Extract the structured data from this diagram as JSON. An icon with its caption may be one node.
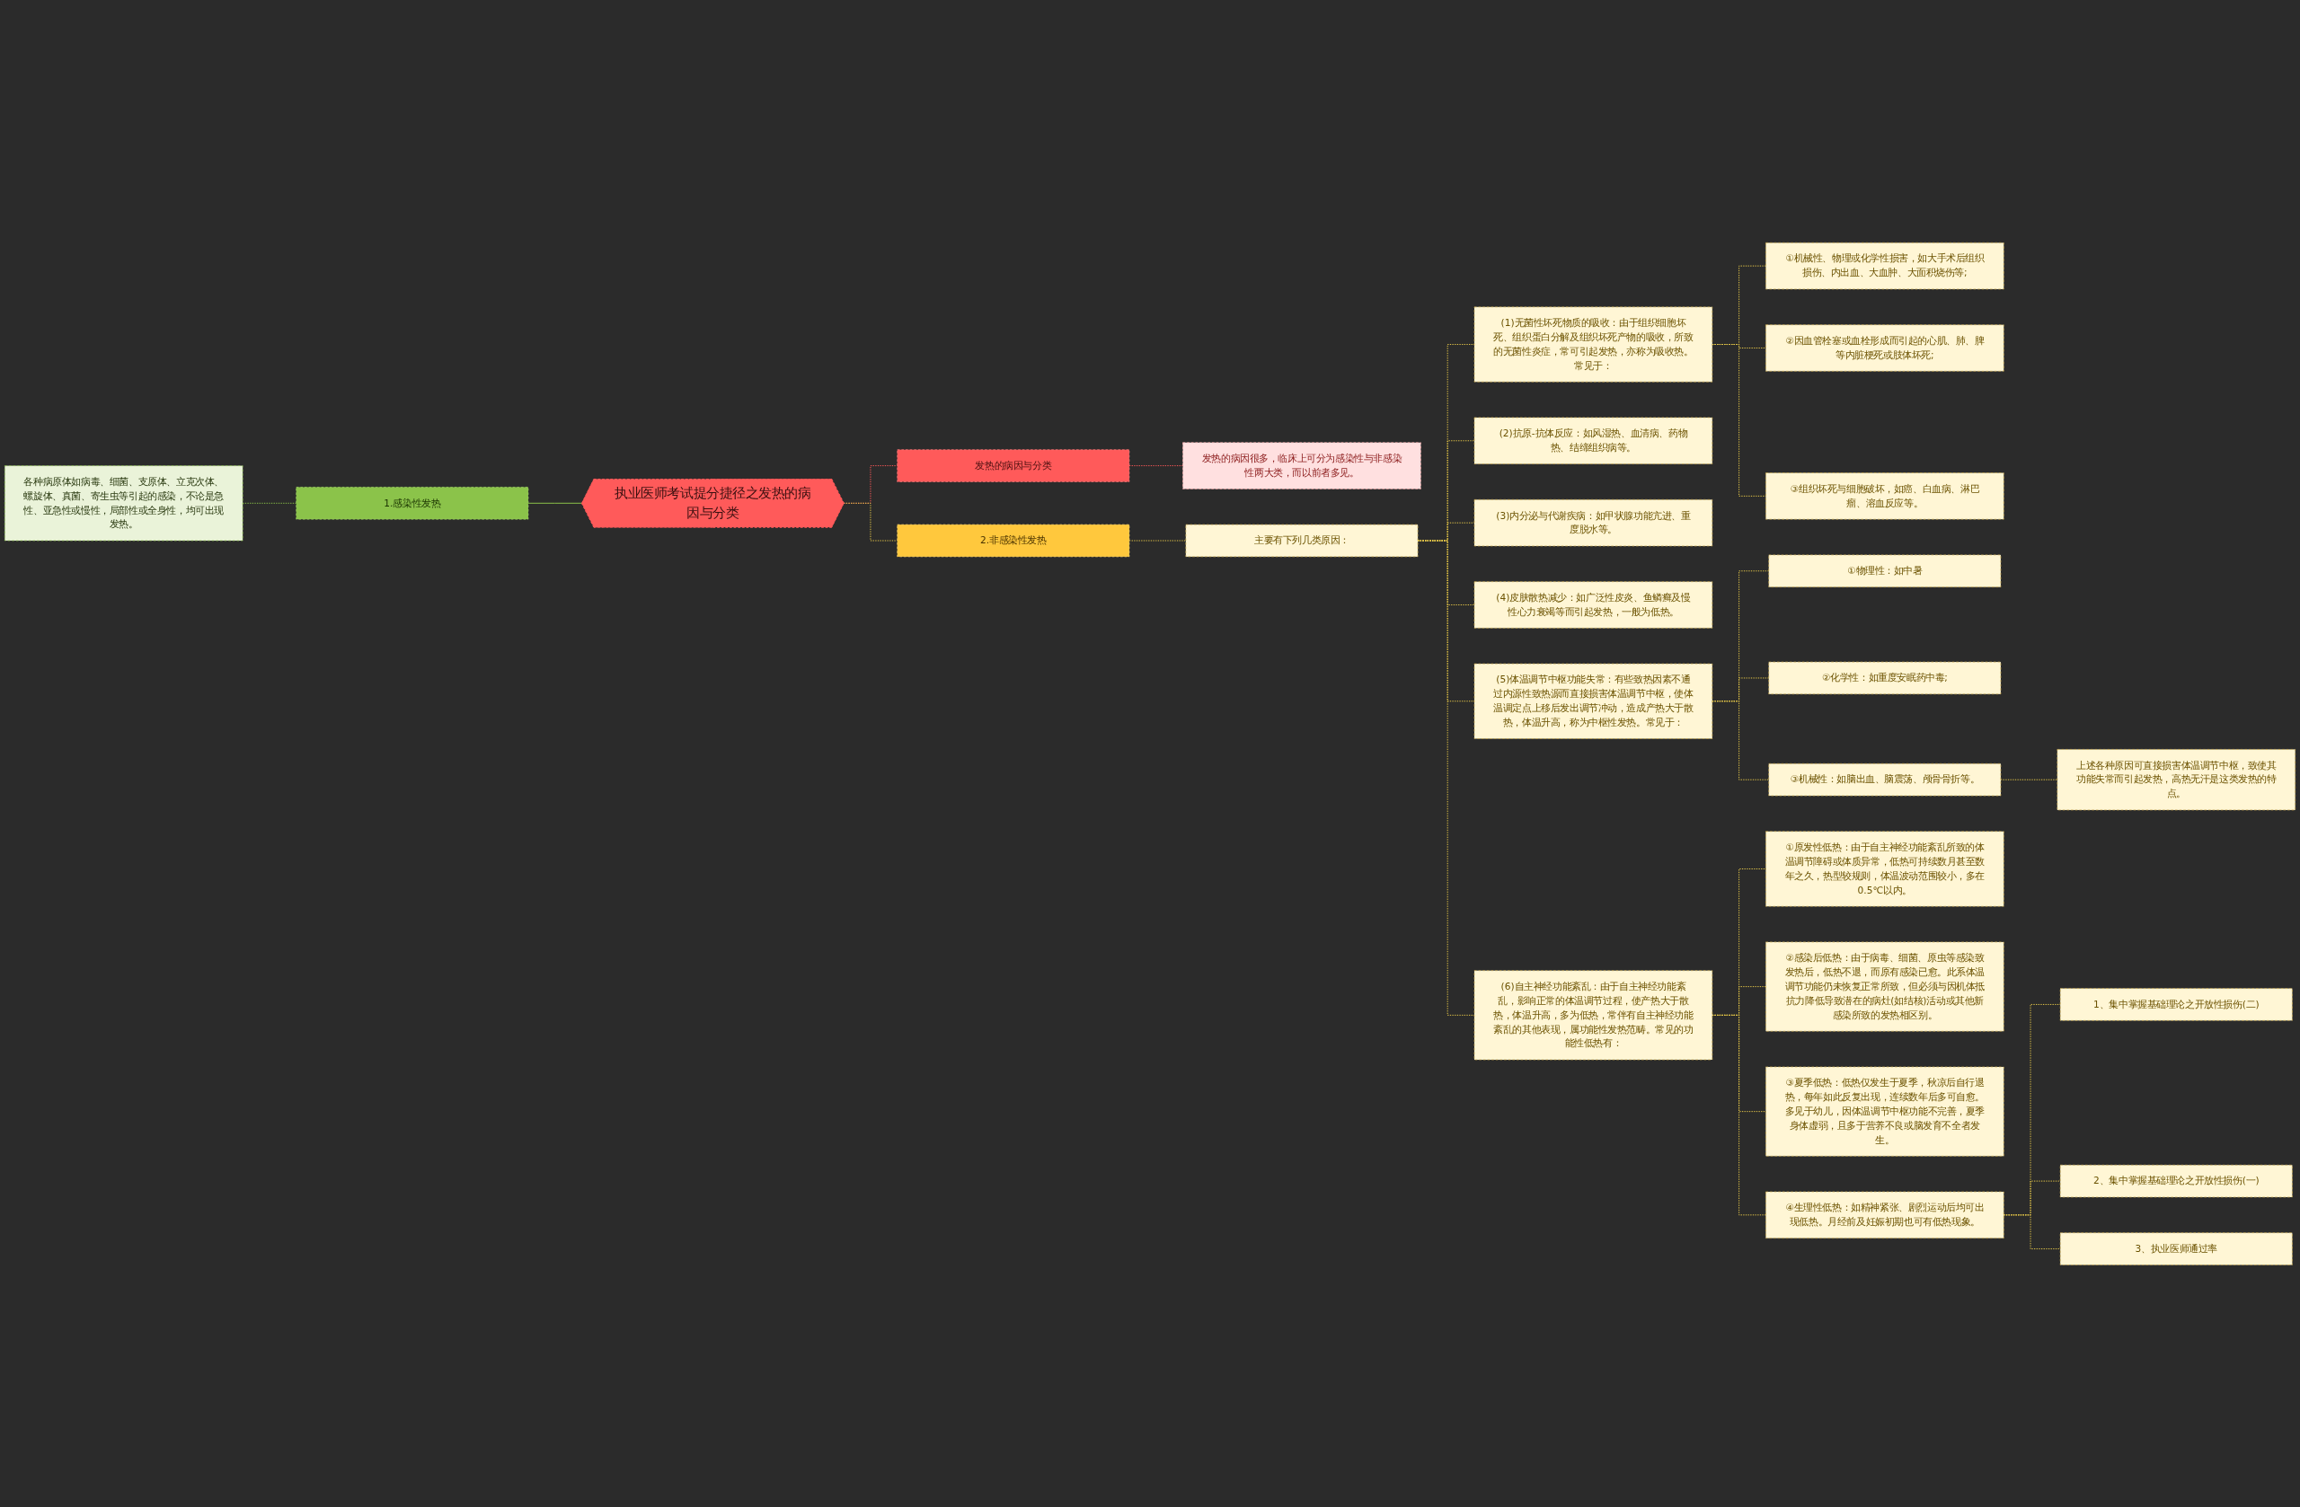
{
  "diagram": {
    "nodes": [
      {
        "text": [
          "执业医师考试提分捷径之发热的病因与分类"
        ]
      },
      {
        "text": [
          "发热的病因与分类"
        ]
      },
      {
        "text": [
          "发热的病因很多，临床上可分为感染性与非感染性两大类，而以前者多见。"
        ]
      },
      {
        "text": [
          "1.感染性发热"
        ]
      },
      {
        "text": [
          "各种病原体如病毒、细菌、支原体、立克次体、螺旋体、真菌、寄生虫等引起的感染，不论是急性、亚急性或慢性，局部性或全身性，均可出现发热。"
        ]
      },
      {
        "text": [
          "2.非感染性发热"
        ]
      },
      {
        "text": [
          "主要有下列几类原因："
        ]
      },
      {
        "text": [
          "(1)无菌性坏死物质的吸收：由于组织细胞坏死、组织蛋白分解及组织坏死产物的吸收，所致的无菌性炎症，常可引起发热，亦称为吸收热。常见于："
        ]
      },
      {
        "text": [
          "①机械性、物理或化学性损害，如大手术后组织损伤、内出血、大血肿、大面积烧伤等;"
        ]
      },
      {
        "text": [
          "②因血管栓塞或血栓形成而引起的心肌、肺、脾等内脏梗死或肢体坏死;"
        ]
      },
      {
        "text": [
          "③组织坏死与细胞破坏，如癌、白血病、淋巴瘤、溶血反应等。"
        ]
      },
      {
        "text": [
          "(2)抗原-抗体反应：如风湿热、血清病、药物热、结缔组织病等。"
        ]
      },
      {
        "text": [
          "(3)内分泌与代谢疾病：如甲状腺功能亢进、重度脱水等。"
        ]
      },
      {
        "text": [
          "(4)皮肤散热减少：如广泛性皮炎、鱼鳞癣及慢性心力衰竭等而引起发热，一般为低热。"
        ]
      },
      {
        "text": [
          "(5)体温调节中枢功能失常：有些致热因素不通过内源性致热源而直接损害体温调节中枢，使体温调定点上移后发出调节冲动，造成产热大于散热，体温升高，称为中枢性发热。常见于："
        ]
      },
      {
        "text": [
          "①物理性：如中暑"
        ]
      },
      {
        "text": [
          "②化学性：如重度安眠药中毒;"
        ]
      },
      {
        "text": [
          "③机械性：如脑出血、脑震荡、颅骨骨折等。"
        ]
      },
      {
        "text": [
          "上述各种原因可直接损害体温调节中枢，致使其功能失常而引起发热，高热无汗是这类发热的特点。"
        ]
      },
      {
        "text": [
          "(6)自主神经功能紊乱：由于自主神经功能紊乱，影响正常的体温调节过程，使产热大于散热，体温升高，多为低热，常伴有自主神经功能紊乱的其他表现，属功能性发热范畴。常见的功能性低热有："
        ]
      },
      {
        "text": [
          "①原发性低热：由于自主神经功能紊乱所致的体温调节障碍或体质异常，低热可持续数月甚至数年之久，热型较规则，体温波动范围较小，多在0.5℃以内。"
        ]
      },
      {
        "text": [
          "②感染后低热：由于病毒、细菌、原虫等感染致发热后，低热不退，而原有感染已愈。此系体温调节功能仍未恢复正常所致，但必须与因机体抵抗力降低导致潜在的病灶(如结核)活动或其他新感染所致的发热相区别。"
        ]
      },
      {
        "text": [
          "③夏季低热：低热仅发生于夏季，秋凉后自行退热，每年如此反复出现，连续数年后多可自愈。多见于幼儿，因体温调节中枢功能不完善，夏季身体虚弱，且多于营养不良或脑发育不全者发生。"
        ]
      },
      {
        "text": [
          "④生理性低热：如精神紧张、剧烈运动后均可出现低热。月经前及妊娠初期也可有低热现象。"
        ]
      },
      {
        "text": [
          "1、集中掌握基础理论之开放性损伤(二)"
        ]
      },
      {
        "text": [
          "2、集中掌握基础理论之开放性损伤(一)"
        ]
      },
      {
        "text": [
          "3、执业医师通过率"
        ]
      }
    ],
    "edges": [
      {
        "from": 0,
        "to": 1,
        "arrow": "none",
        "style": "dashed",
        "color": "#ff5a5a"
      },
      {
        "from": 1,
        "to": 2,
        "arrow": "none",
        "style": "dashed",
        "color": "#ff5a5a"
      },
      {
        "from": 0,
        "to": 3,
        "arrow": "none",
        "color": "#8bc34a"
      },
      {
        "from": 3,
        "to": 4,
        "arrow": "none",
        "style": "dashed",
        "color": "#8bc34a"
      },
      {
        "from": 0,
        "to": 5,
        "arrow": "none",
        "style": "dashed"
      },
      {
        "from": 5,
        "to": 6,
        "arrow": "none",
        "style": "dashed"
      },
      {
        "from": 6,
        "to": 7,
        "arrow": "none",
        "style": "dashed"
      },
      {
        "from": 7,
        "to": 8,
        "arrow": "none",
        "style": "dashed"
      },
      {
        "from": 7,
        "to": 9,
        "arrow": "none",
        "style": "dashed"
      },
      {
        "from": 7,
        "to": 10,
        "arrow": "none",
        "style": "dashed"
      },
      {
        "from": 6,
        "to": 11,
        "arrow": "none",
        "style": "dashed"
      },
      {
        "from": 6,
        "to": 12,
        "arrow": "none",
        "style": "dashed"
      },
      {
        "from": 6,
        "to": 13,
        "arrow": "none",
        "style": "dashed"
      },
      {
        "from": 6,
        "to": 14,
        "arrow": "none",
        "style": "dashed"
      },
      {
        "from": 14,
        "to": 15,
        "arrow": "none",
        "style": "dashed"
      },
      {
        "from": 14,
        "to": 16,
        "arrow": "none",
        "style": "dashed"
      },
      {
        "from": 14,
        "to": 17,
        "arrow": "none",
        "style": "dashed"
      },
      {
        "from": 17,
        "to": 18,
        "arrow": "none",
        "style": "dashed"
      },
      {
        "from": 6,
        "to": 19,
        "arrow": "none",
        "style": "dashed"
      },
      {
        "from": 19,
        "to": 20,
        "arrow": "none",
        "style": "dashed"
      },
      {
        "from": 19,
        "to": 21,
        "arrow": "none",
        "style": "dashed"
      },
      {
        "from": 19,
        "to": 22,
        "arrow": "none",
        "style": "dashed"
      },
      {
        "from": 19,
        "to": 23,
        "arrow": "none",
        "style": "dashed"
      },
      {
        "from": 23,
        "to": 24,
        "arrow": "none",
        "style": "dashed"
      },
      {
        "from": 23,
        "to": 25,
        "arrow": "none",
        "style": "dashed"
      },
      {
        "from": 23,
        "to": 26,
        "arrow": "none",
        "style": "dashed"
      }
    ]
  }
}
